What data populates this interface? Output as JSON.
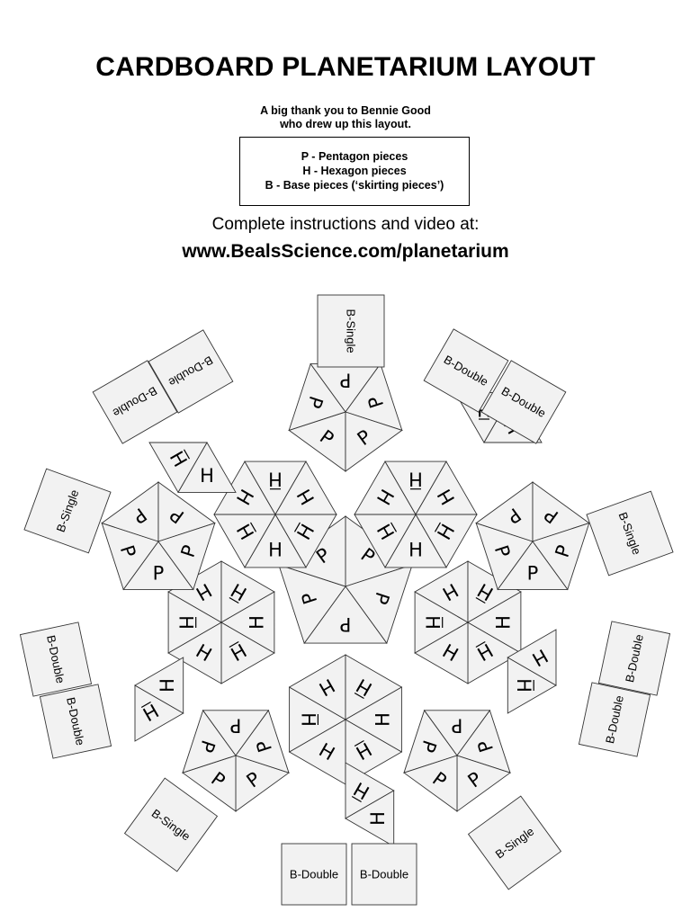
{
  "header": {
    "title": "CARDBOARD PLANETARIUM LAYOUT",
    "thanks_line1": "A big thank you to Bennie Good",
    "thanks_line2": "who drew up this layout."
  },
  "legend": {
    "line1": "P - Pentagon pieces",
    "line2": "H - Hexagon pieces",
    "line3": "B - Base pieces (‘skirting pieces’)"
  },
  "instructions": {
    "text": "Complete instructions and video at:",
    "url": "www.BealsScience.com/planetarium"
  },
  "pieces": {
    "pentagon_label": "P",
    "hexagon_label": "H",
    "base_single": "B-Single",
    "base_double": "B-Double"
  }
}
